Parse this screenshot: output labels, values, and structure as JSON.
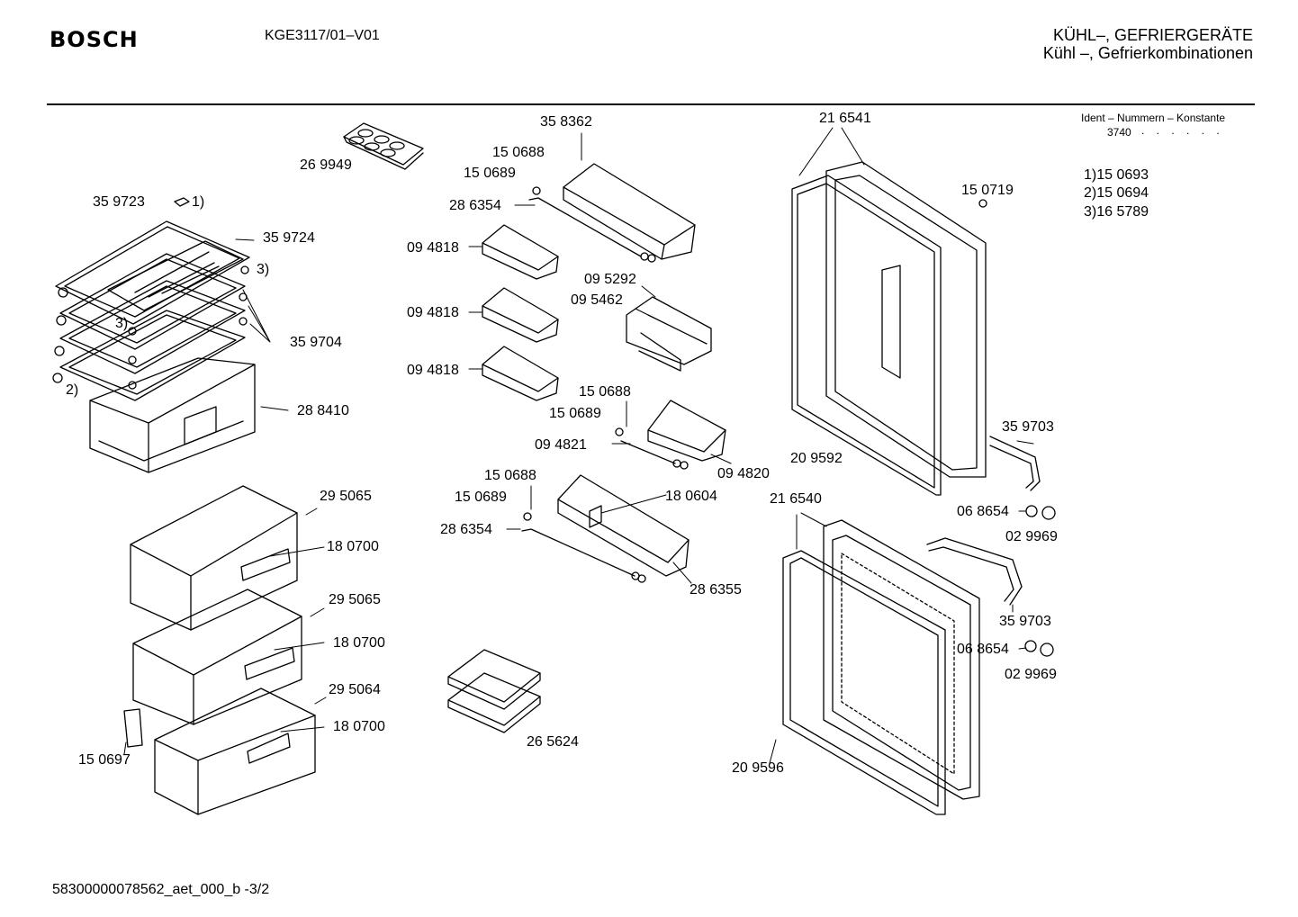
{
  "header": {
    "brand": "BOSCH",
    "model": "KGE3117/01–V01",
    "category_line1": "KÜHL–, GEFRIERGERÄTE",
    "category_line2": "Kühl –, Gefrierkombinationen"
  },
  "ident": {
    "title": "Ident – Nummern – Konstante",
    "value": "3740",
    "dots": ". .   . . . ."
  },
  "notes": [
    "1)15 0693",
    "2)15 0694",
    "3)16 5789"
  ],
  "labels": {
    "p269949": "26 9949",
    "p359723": "35 9723",
    "m1": "1)",
    "p359724": "35 9724",
    "m3a": "3)",
    "m3b": "3)",
    "p359704": "35 9704",
    "m2": "2)",
    "p288410": "28 8410",
    "p295065a": "29 5065",
    "p180700a": "18 0700",
    "p295065b": "29 5065",
    "p180700b": "18 0700",
    "p295064": "29 5064",
    "p180700c": "18 0700",
    "p150697": "15 0697",
    "p358362": "35 8362",
    "p150688a": "15 0688",
    "p150689a": "15 0689",
    "p286354a": "28 6354",
    "p094818a": "09 4818",
    "p094818b": "09 4818",
    "p094818c": "09 4818",
    "p095292": "09 5292",
    "p095462": "09 5462",
    "p150688b": "15 0688",
    "p150689b": "15 0689",
    "p094821": "09 4821",
    "p094820": "09 4820",
    "p150688c": "15 0688",
    "p150689c": "15 0689",
    "p286354b": "28 6354",
    "p180604": "18 0604",
    "p286355": "28 6355",
    "p265624": "26 5624",
    "p216541": "21 6541",
    "p150719": "15 0719",
    "p359703a": "35 9703",
    "p209592": "20 9592",
    "p216540": "21 6540",
    "p068654a": "06 8654",
    "p029969a": "02 9969",
    "p359703b": "35 9703",
    "p068654b": "06 8654",
    "p029969b": "02 9969",
    "p209596": "20 9596"
  },
  "footer": "58300000078562_aet_000_b -3/2"
}
